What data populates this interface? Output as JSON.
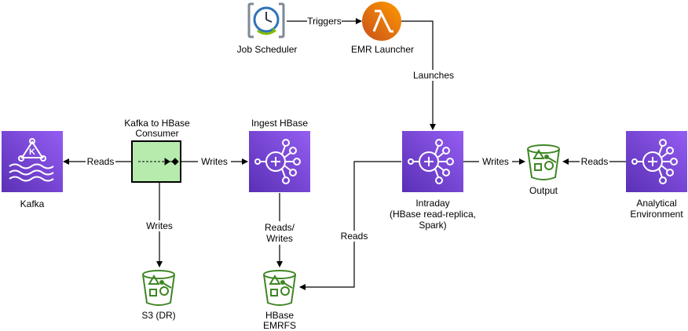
{
  "nodes": {
    "job_scheduler": {
      "label": "Job Scheduler"
    },
    "emr_launcher": {
      "label": "EMR Launcher"
    },
    "kafka": {
      "label": "Kafka"
    },
    "kafka_consumer": {
      "label_line1": "Kafka to HBase",
      "label_line2": "Consumer"
    },
    "ingest_hbase": {
      "label": "Ingest HBase"
    },
    "intraday": {
      "label_line1": "Intraday",
      "label_line2": "(HBase read-replica,",
      "label_line3": "Spark)"
    },
    "output": {
      "label": "Output"
    },
    "analytical": {
      "label_line1": "Analytical",
      "label_line2": "Environment"
    },
    "s3_dr": {
      "label": "S3 (DR)"
    },
    "hbase_emrfs": {
      "label_line1": "HBase",
      "label_line2": "EMRFS"
    }
  },
  "edges": {
    "triggers": "Triggers",
    "launches": "Launches",
    "reads_kafka": "Reads",
    "writes_ingest": "Writes",
    "writes_s3": "Writes",
    "reads_writes_line1": "Reads/",
    "reads_writes_line2": "Writes",
    "reads_intraday": "Reads",
    "writes_output": "Writes",
    "reads_output": "Reads"
  },
  "colors": {
    "purple_top": "#945df2",
    "purple_bottom": "#5a30b5",
    "lambda_orange": "#ed7100",
    "s3_green": "#3f8624",
    "consumer_green": "#b7ebae",
    "edge": "#000000"
  },
  "icons": {
    "job_scheduler": "clock-icon",
    "emr_launcher": "lambda-icon",
    "kafka": "kafka-icon",
    "emr": "emr-cluster-icon",
    "s3": "s3-bucket-icon"
  }
}
